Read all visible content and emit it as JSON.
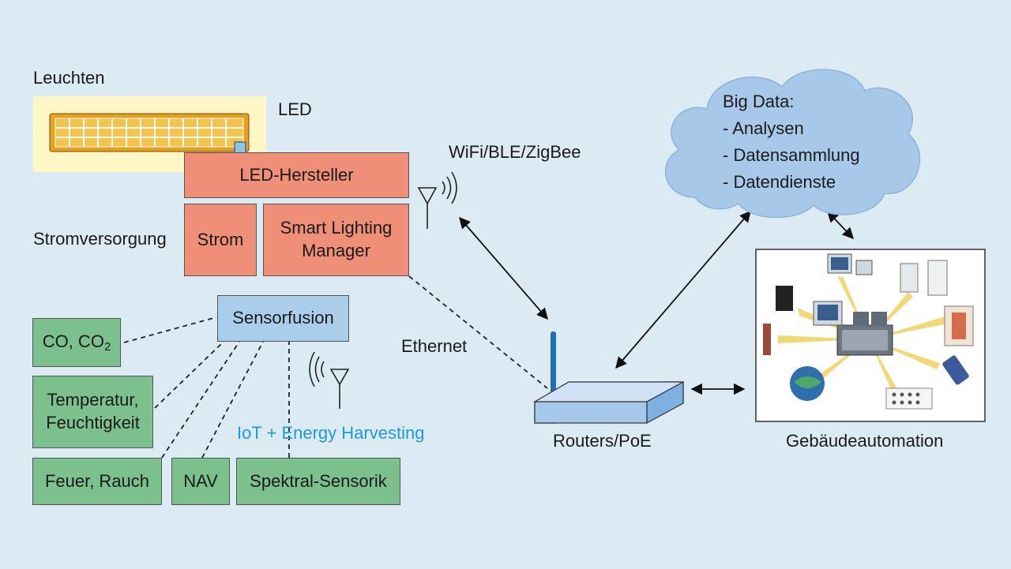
{
  "labels": {
    "leuchten": "Leuchten",
    "led": "LED",
    "stromversorgung": "Stromversorgung",
    "wireless": "WiFi/BLE/ZigBee",
    "ethernet": "Ethernet",
    "iot": "IoT + Energy Harvesting",
    "routers": "Routers/PoE",
    "gebaeude": "Gebäudeautomation"
  },
  "boxes": {
    "led_hersteller": "LED-Hersteller",
    "strom": "Strom",
    "smart_line1": "Smart Lighting",
    "smart_line2": "Manager",
    "sensorfusion": "Sensorfusion",
    "co_prefix": "CO, CO",
    "co_sub": "2",
    "temp_line1": "Temperatur,",
    "temp_line2": "Feuchtigkeit",
    "feuer": "Feuer, Rauch",
    "nav": "NAV",
    "spektral": "Spektral-Sensorik"
  },
  "cloud": {
    "title": "Big Data:",
    "items": [
      "- Analysen",
      "- Datensammlung",
      "- Datendienste"
    ]
  },
  "colors": {
    "background": "#dbeaf3",
    "manufacturer_boxes": "#ef8f78",
    "sensor_boxes": "#7cc08e",
    "fusion_box": "#a9cdea",
    "cloud": "#a8c8ea",
    "iot_text": "#1e9ad6",
    "router": "#a6c8ea"
  }
}
